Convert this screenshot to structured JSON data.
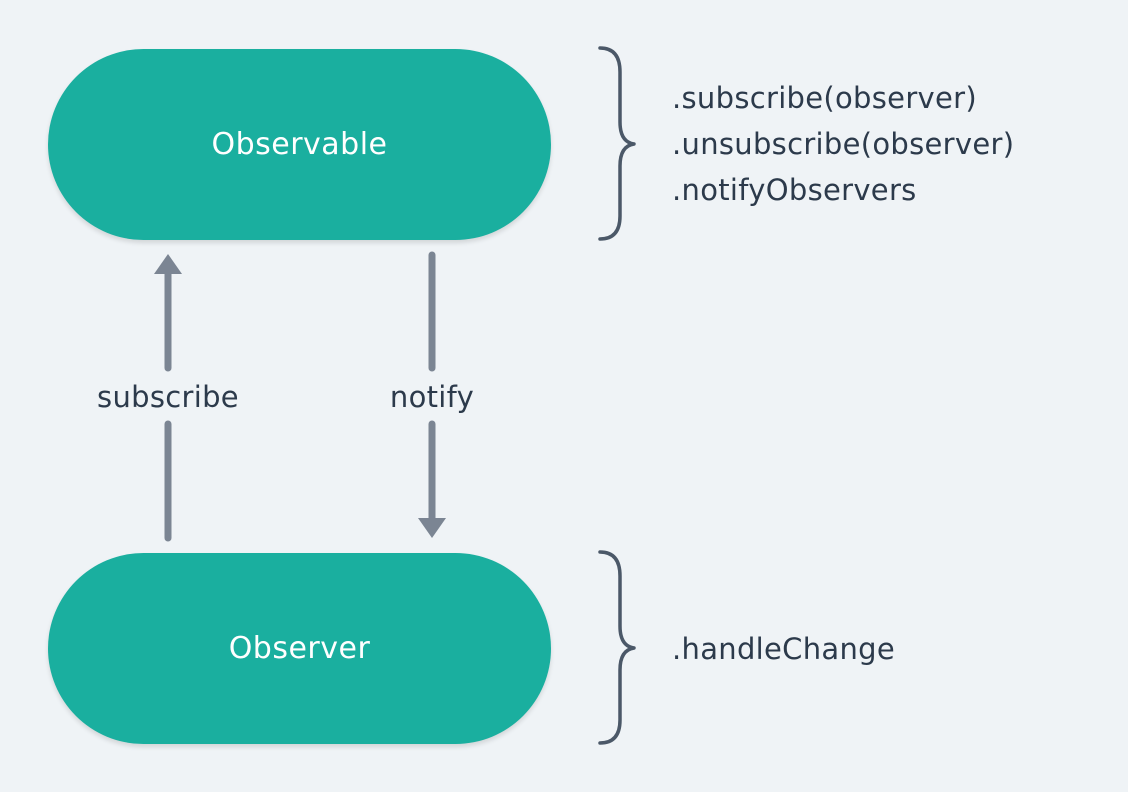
{
  "nodes": {
    "observable": {
      "label": "Observable"
    },
    "observer": {
      "label": "Observer"
    }
  },
  "edges": {
    "subscribe": {
      "label": "subscribe"
    },
    "notify": {
      "label": "notify"
    }
  },
  "methods": {
    "observable": [
      ".subscribe(observer)",
      ".unsubscribe(observer)",
      ".notifyObservers"
    ],
    "observer": [
      ".handleChange"
    ]
  },
  "colors": {
    "node_fill": "#1aaf9f",
    "node_text": "#ffffff",
    "arrow": "#7b8593",
    "brace": "#4b5868",
    "text": "#2c3a4b",
    "background": "#eff3f6"
  }
}
